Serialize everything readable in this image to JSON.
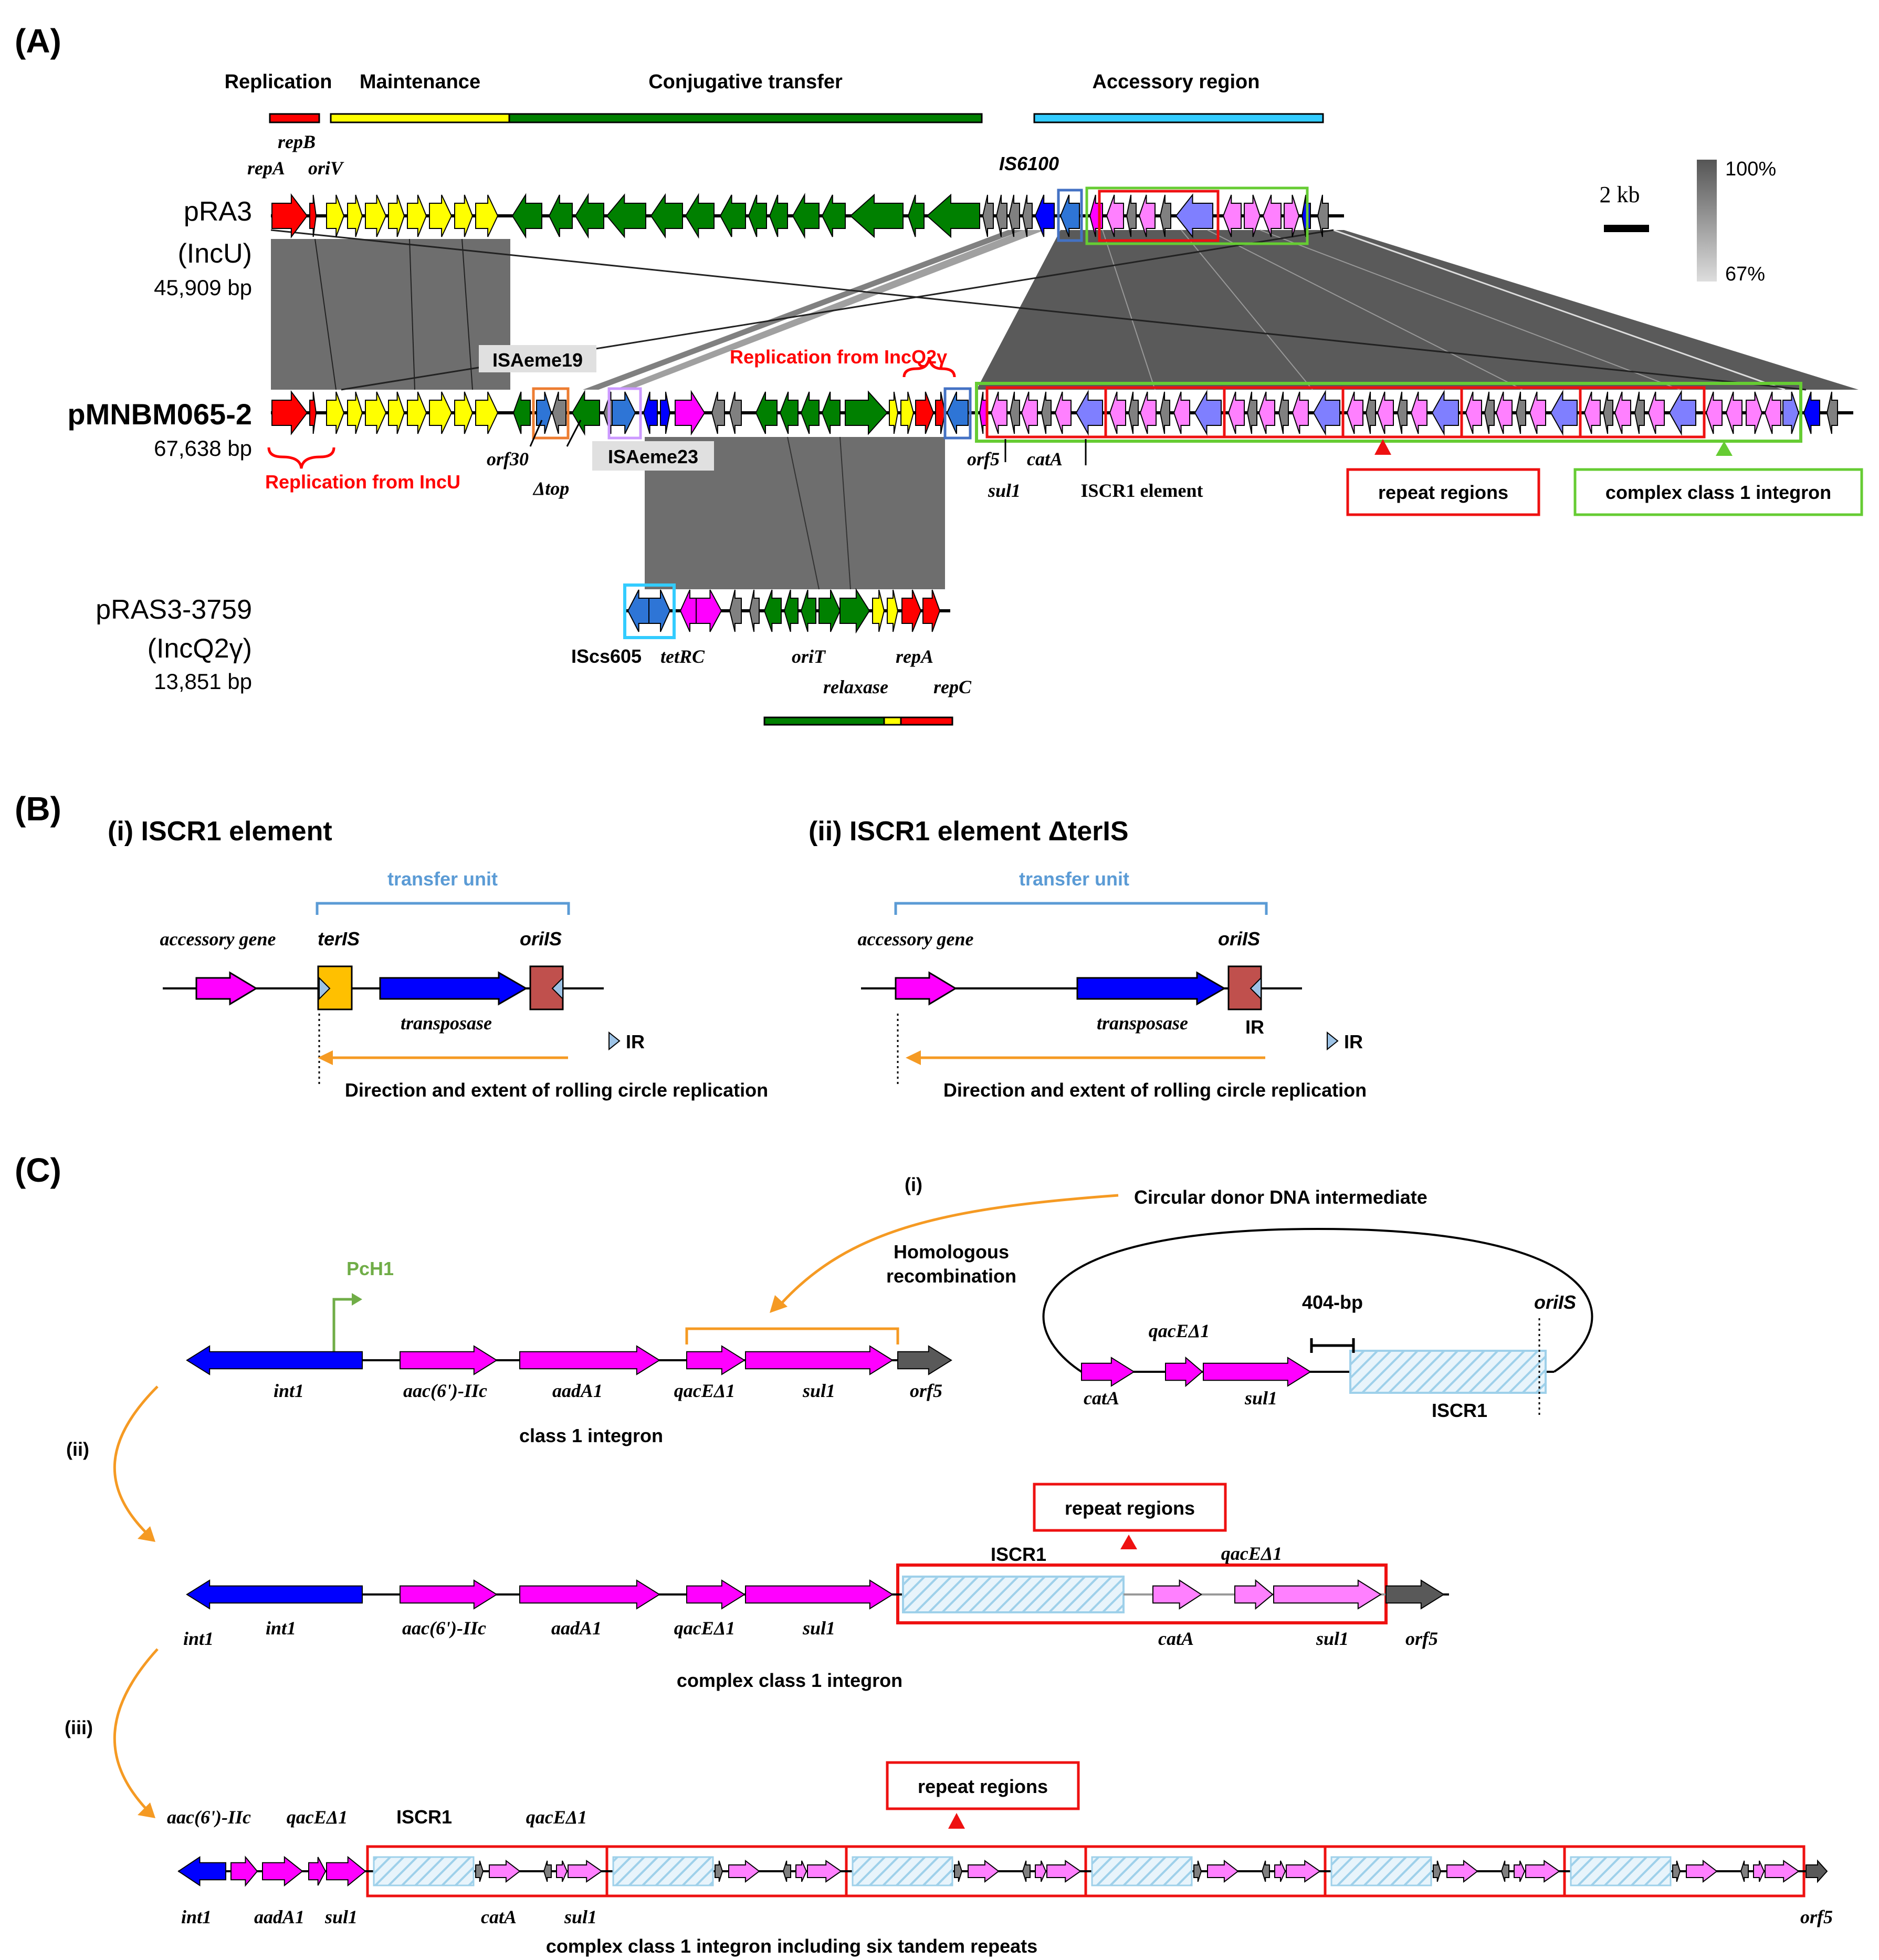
{
  "panels": {
    "a": "(A)",
    "b": "(B)",
    "c": "(C)"
  },
  "headers": {
    "replication": "Replication",
    "maintenance": "Maintenance",
    "conjugative": "Conjugative transfer",
    "accessory": "Accessory  region"
  },
  "plasmids": {
    "pra3": {
      "name": "pRA3",
      "inc": "(IncU)",
      "size": "45,909 bp"
    },
    "pmnbm": {
      "name": "pMNBM065-2",
      "size": "67,638 bp"
    },
    "pras3": {
      "name": "pRAS3-3759",
      "inc": "(IncQ2γ)",
      "size": "13,851 bp"
    }
  },
  "scale": {
    "label": "2 kb",
    "max": "100%",
    "min": "67%"
  },
  "labels_a": {
    "repB": "repB",
    "repA": "repA",
    "oriV": "oriV",
    "is6100": "IS6100",
    "isaeme19": "ISAeme19",
    "isaeme23": "ISAeme23",
    "rep_incq": "Replication  from IncQ2γ",
    "rep_incu": "Replication  from IncU",
    "orf30": "orf30",
    "dtop": "Δtop",
    "orf5": "orf5",
    "catA": "catA",
    "sul1": "sul1",
    "iscr1el": "ISCR1 element",
    "repeat": "repeat regions",
    "complex": "complex  class  1 integron",
    "iscs605": "IScs605",
    "tetRC": "tetRC",
    "oriT": "oriT",
    "relaxase": "relaxase",
    "repA2": "repA",
    "repC": "repC"
  },
  "panel_b": {
    "t1": "(i) ISCR1 element",
    "t2": "(ii) ISCR1 element ΔterIS",
    "tu": "transfer unit",
    "acc": "accessory gene",
    "ter": "terIS",
    "ori": "oriIS",
    "tnp": "transposase",
    "ir": "IR",
    "dir": "Direction and extent of rolling circle replication"
  },
  "panel_c": {
    "i": "(i)",
    "ii": "(ii)",
    "iii": "(iii)",
    "circ": "Circular donor DNA intermediate",
    "homol1": "Homologous",
    "homol2": "recombination",
    "pch1": "PcH1",
    "bp404": "404-bp",
    "oriIS": "oriIS",
    "int1": "int1",
    "aac": "aac(6')-IIc",
    "aadA1": "aadA1",
    "qacE": "qacEΔ1",
    "sul1": "sul1",
    "orf5": "orf5",
    "catA": "catA",
    "iscr1": "ISCR1",
    "class1": "class  1 integron",
    "repeat": "repeat regions",
    "complex": "complex  class  1 integron",
    "six": "complex  class  1 integron including  six tandem repeats"
  }
}
